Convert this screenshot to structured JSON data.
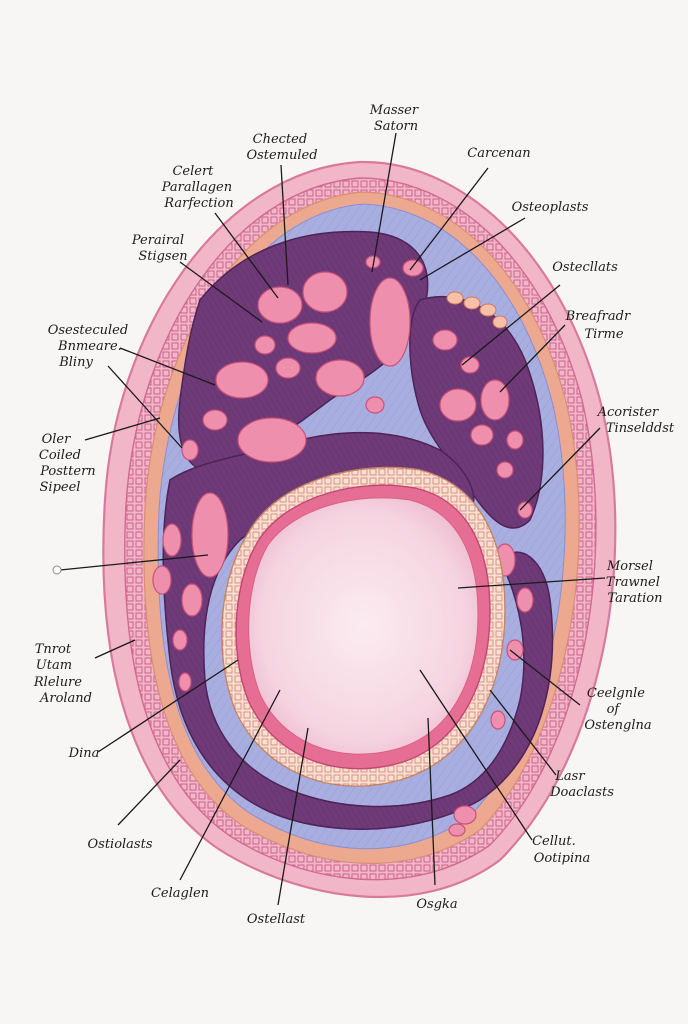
{
  "diagram": {
    "colors": {
      "paper": "#f7f6f4",
      "outer_pink": "#f2b6c9",
      "outer_pink_edge": "#d97a9c",
      "periosteum_orange": "#eda98f",
      "lavender": "#a9aee0",
      "purple": "#6f3a78",
      "purple_light": "#8e4f93",
      "pink_lacuna": "#ef8fae",
      "canal_pink": "#f7dde6",
      "canal_rim": "#e2668c",
      "ink": "#1a1a1a"
    },
    "labels": [
      {
        "id": "masser-satorn",
        "lines": [
          "Masser",
          "Satorn"
        ]
      },
      {
        "id": "chected-ostemuled",
        "lines": [
          "Chected",
          "Ostemuled"
        ]
      },
      {
        "id": "carcenan",
        "lines": [
          "Carcenan"
        ]
      },
      {
        "id": "celert",
        "lines": [
          "Celert",
          "Parallagen",
          "Rarfection"
        ]
      },
      {
        "id": "osteoplasts",
        "lines": [
          "Osteoplasts"
        ]
      },
      {
        "id": "perairal-stigsen",
        "lines": [
          "Perairal",
          "Stigsen"
        ]
      },
      {
        "id": "ostecllats",
        "lines": [
          "Ostecllats"
        ]
      },
      {
        "id": "breafradr-tirme",
        "lines": [
          "Breafradr",
          "Tirme"
        ]
      },
      {
        "id": "osesteculed",
        "lines": [
          "Osesteculed",
          "Bnmeare.",
          "Bliny"
        ]
      },
      {
        "id": "acorister",
        "lines": [
          "Acorister",
          "Tinselddst"
        ]
      },
      {
        "id": "oler-coiled",
        "lines": [
          "Oler",
          "Coiled",
          "Posttern",
          "Sipeel"
        ]
      },
      {
        "id": "morsel",
        "lines": [
          "Morsel",
          "Trawnel",
          "Taration"
        ]
      },
      {
        "id": "tnrot",
        "lines": [
          "Tnrot",
          "Utam",
          "Rlelure",
          "Aroland"
        ]
      },
      {
        "id": "ceelgnle",
        "lines": [
          "Ceelgnle",
          "of",
          "Ostenglna"
        ]
      },
      {
        "id": "dina",
        "lines": [
          "Dina"
        ]
      },
      {
        "id": "lasr",
        "lines": [
          "Lasr",
          "Doaclasts"
        ]
      },
      {
        "id": "ostiolasts",
        "lines": [
          "Ostiolasts"
        ]
      },
      {
        "id": "cellut",
        "lines": [
          "Cellut.",
          "Ootipina"
        ]
      },
      {
        "id": "celaglen",
        "lines": [
          "Celaglen"
        ]
      },
      {
        "id": "ostellast",
        "lines": [
          "Ostellast"
        ]
      },
      {
        "id": "osgka",
        "lines": [
          "Osgka"
        ]
      }
    ]
  }
}
